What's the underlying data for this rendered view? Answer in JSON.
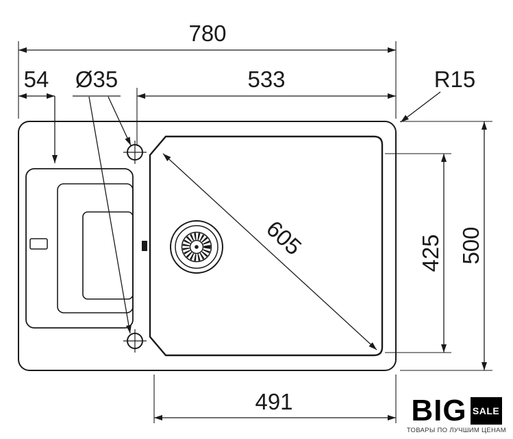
{
  "colors": {
    "line": "#1a1a1a",
    "background": "#ffffff",
    "logo_black": "#000000"
  },
  "dims": {
    "total_width": "780",
    "top_width": "533",
    "left_offset": "54",
    "hole_diameter": "Ø35",
    "corner_radius": "R15",
    "diagonal": "605",
    "bowl_depth": "425",
    "total_depth": "500",
    "bottom_width": "491"
  },
  "logo": {
    "brand": "BIG",
    "badge": "SALE",
    "tagline": "ТОВАРЫ ПО ЛУЧШИМ ЦЕНАМ"
  }
}
